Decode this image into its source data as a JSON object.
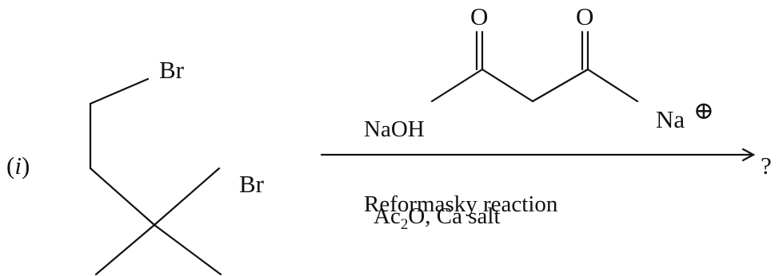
{
  "problem": {
    "label_open": "(",
    "label_roman": "i",
    "label_close": ")"
  },
  "reactant": {
    "atoms": {
      "br_top": "Br",
      "br_right": "Br"
    }
  },
  "reagent": {
    "atoms": {
      "o_left": "O",
      "o_right": "O",
      "na": "Na",
      "charge": "⊕"
    }
  },
  "arrow": {
    "above": "NaOH",
    "below_line1": "Reformasky reaction",
    "below_line2_prefix": "Ac",
    "below_line2_subscript": "2",
    "below_line2_suffix": "O, Ca  salt"
  },
  "product": {
    "text": "?"
  },
  "colors": {
    "ink": "#111111",
    "background": "#ffffff"
  }
}
